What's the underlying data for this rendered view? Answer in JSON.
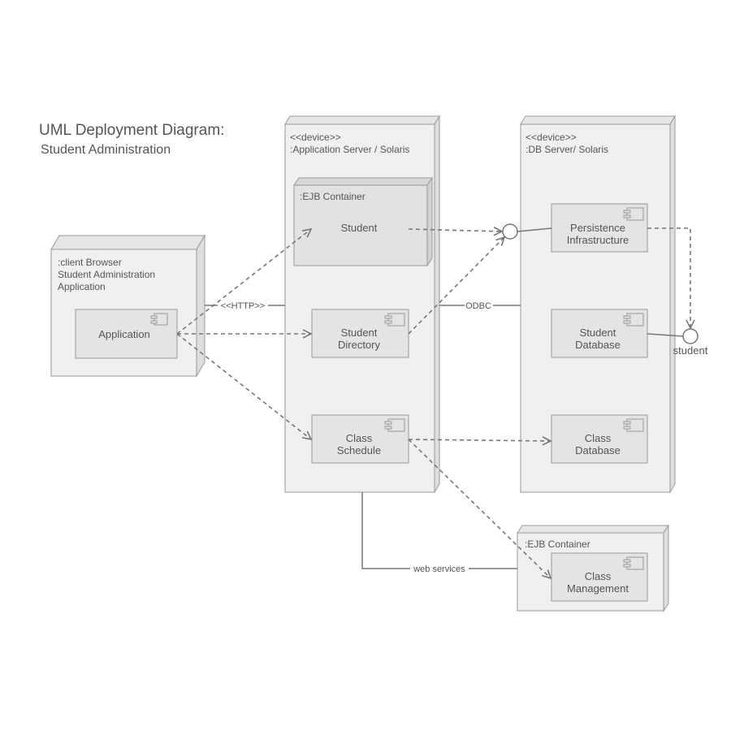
{
  "title": "UML Deployment Diagram:",
  "subtitle": "Student Administration",
  "nodes": {
    "client": {
      "lines": [
        ":client Browser",
        "Student Administration",
        "Application"
      ]
    },
    "app_server": {
      "lines": [
        "<<device>>",
        ":Application Server / Solaris"
      ]
    },
    "db_server": {
      "lines": [
        "<<device>>",
        ":DB Server/ Solaris"
      ]
    },
    "ejb_container_app": {
      "label": ":EJB Container"
    },
    "ejb_container_bottom": {
      "label": ":EJB Container"
    }
  },
  "components": {
    "application": [
      "Application"
    ],
    "student": [
      "Student"
    ],
    "student_directory": [
      "Student",
      "Directory"
    ],
    "class_schedule": [
      "Class",
      "Schedule"
    ],
    "persistence_infrastructure": [
      "Persistence",
      "Infrastructure"
    ],
    "student_database": [
      "Student",
      "Database"
    ],
    "class_database": [
      "Class",
      "Database"
    ],
    "class_management": [
      "Class",
      "Management"
    ]
  },
  "connections": {
    "http": "<<HTTP>>",
    "odbc": "ODBC",
    "web_services": "web services"
  },
  "interfaces": {
    "student": "student"
  },
  "colors": {
    "stroke": "#888888",
    "node_fill": "#f0f0f0",
    "node_side": "#e2e2e2",
    "component_fill": "#e4e4e4",
    "text": "#555555"
  }
}
